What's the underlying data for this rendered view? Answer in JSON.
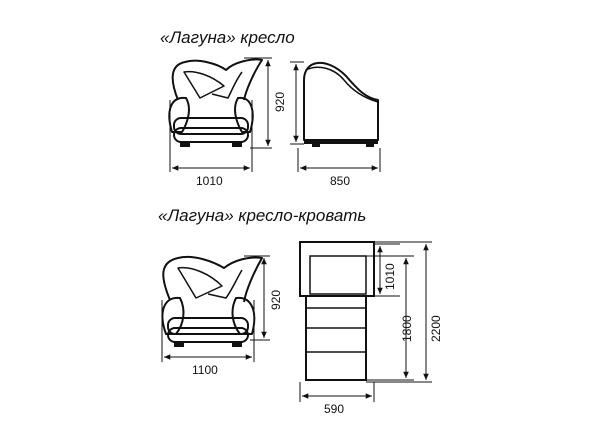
{
  "sections": [
    {
      "title": "«Лагуна» кресло",
      "dims": {
        "front_width": "1010",
        "front_height": "920",
        "side_depth": "850"
      }
    },
    {
      "title": "«Лагуна» кресло-кровать",
      "dims": {
        "front_width": "1100",
        "front_height": "920",
        "bed_width": "590",
        "back_depth": "1010",
        "bed_length": "1800",
        "total_length": "2200"
      }
    }
  ]
}
